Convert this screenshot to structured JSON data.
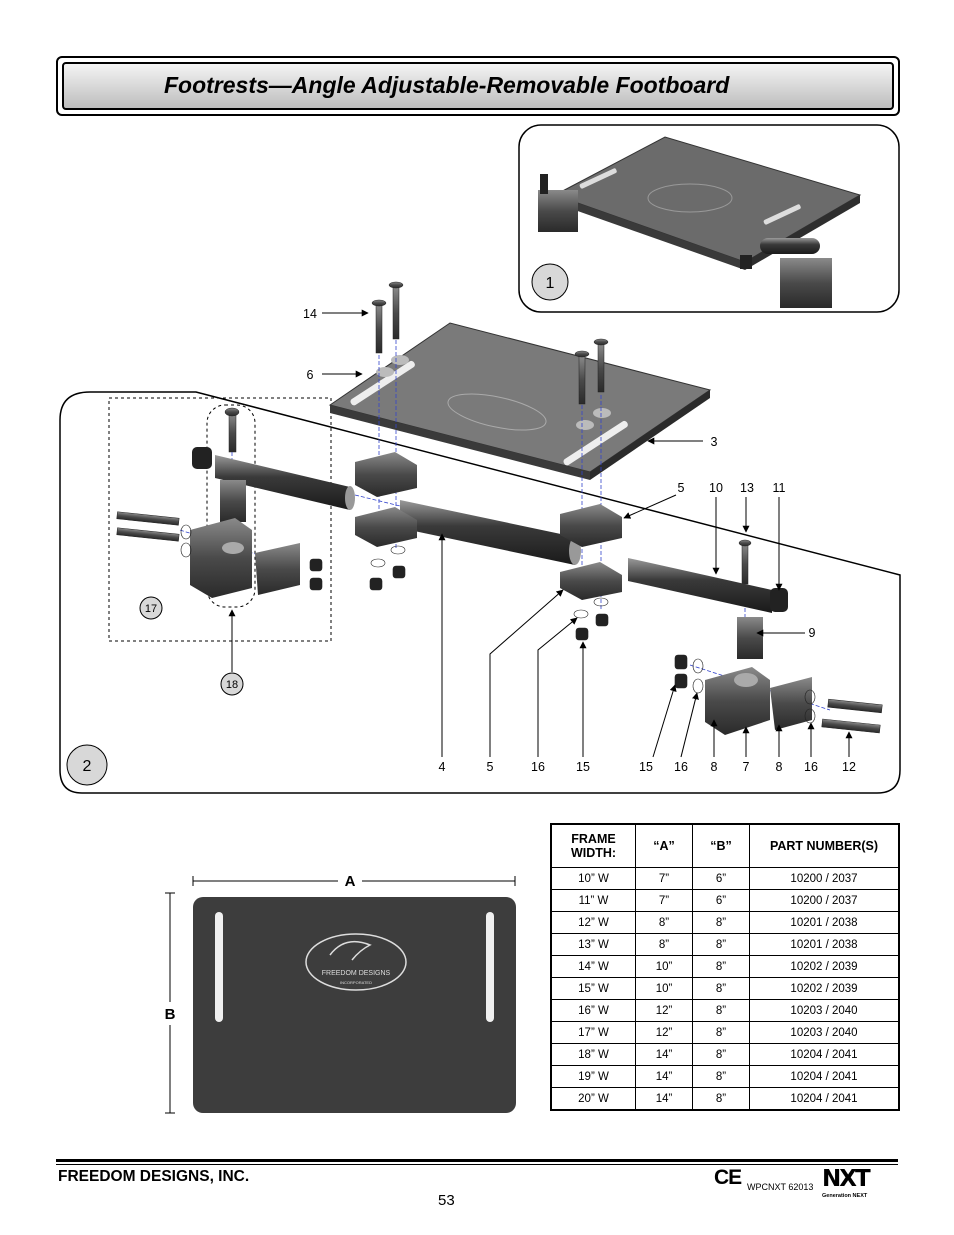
{
  "header": {
    "title": "Footrests—Angle Adjustable-Removable Footboard"
  },
  "views": {
    "view1_label": "1",
    "view2_label": "2",
    "callout17": "17",
    "callout18": "18"
  },
  "callouts": {
    "c14": "14",
    "c6": "6",
    "c3": "3",
    "c5": "5",
    "c10": "10",
    "c13": "13",
    "c11": "11",
    "c9": "9",
    "bottom": [
      "4",
      "5",
      "16",
      "15",
      "15",
      "16",
      "8",
      "7",
      "8",
      "16",
      "12"
    ]
  },
  "dimension_drawing": {
    "label_a": "A",
    "label_b": "B",
    "logo_line1": "FREEDOM DESIGNS",
    "logo_line2": "INCORPORATED"
  },
  "spec_table": {
    "headers": [
      "FRAME WIDTH:",
      "“A”",
      "“B”",
      "PART NUMBER(S)"
    ],
    "rows": [
      [
        "10” W",
        "7”",
        "6”",
        "10200 / 2037"
      ],
      [
        "11” W",
        "7”",
        "6”",
        "10200 / 2037"
      ],
      [
        "12” W",
        "8”",
        "8”",
        "10201 / 2038"
      ],
      [
        "13” W",
        "8”",
        "8”",
        "10201 / 2038"
      ],
      [
        "14” W",
        "10”",
        "8”",
        "10202 / 2039"
      ],
      [
        "15”  W",
        "10”",
        "8”",
        "10202 / 2039"
      ],
      [
        "16” W",
        "12”",
        "8”",
        "10203 / 2040"
      ],
      [
        "17” W",
        "12”",
        "8”",
        "10203 / 2040"
      ],
      [
        "18” W",
        "14”",
        "8”",
        "10204 / 2041"
      ],
      [
        "19” W",
        "14”",
        "8”",
        "10204 / 2041"
      ],
      [
        "20” W",
        "14”",
        "8”",
        "10204 / 2041"
      ]
    ]
  },
  "footer": {
    "company": "FREEDOM DESIGNS, INC.",
    "page_number": "53",
    "ce_mark": "CE",
    "doc_code": "WPCNXT 62013",
    "brand": "NXT",
    "brand_sub": "Generation NEXT"
  }
}
